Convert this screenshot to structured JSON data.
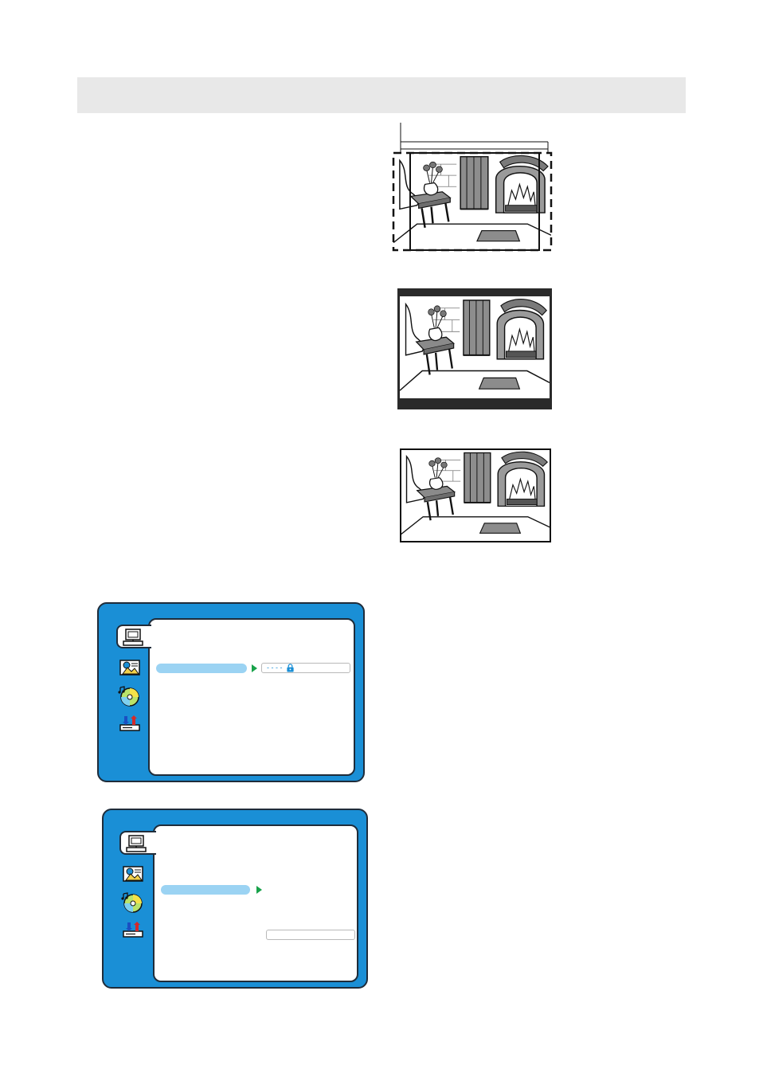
{
  "page": {
    "header_bar": ""
  },
  "illustrations": [
    {
      "id": "pan-scan",
      "style": "dashed-crop"
    },
    {
      "id": "letterbox",
      "style": "black-bars"
    },
    {
      "id": "wide",
      "style": "plain"
    }
  ],
  "menus": [
    {
      "icons": [
        "tv-setup-icon",
        "picture-setup-icon",
        "audio-disc-icon",
        "speaker-setup-icon"
      ],
      "active_icon": 0,
      "value_text": "- - - -",
      "value_icon": "lock-icon"
    },
    {
      "icons": [
        "tv-setup-icon",
        "picture-setup-icon",
        "audio-disc-icon",
        "speaker-setup-icon"
      ],
      "active_icon": 0,
      "value_text": ""
    }
  ]
}
